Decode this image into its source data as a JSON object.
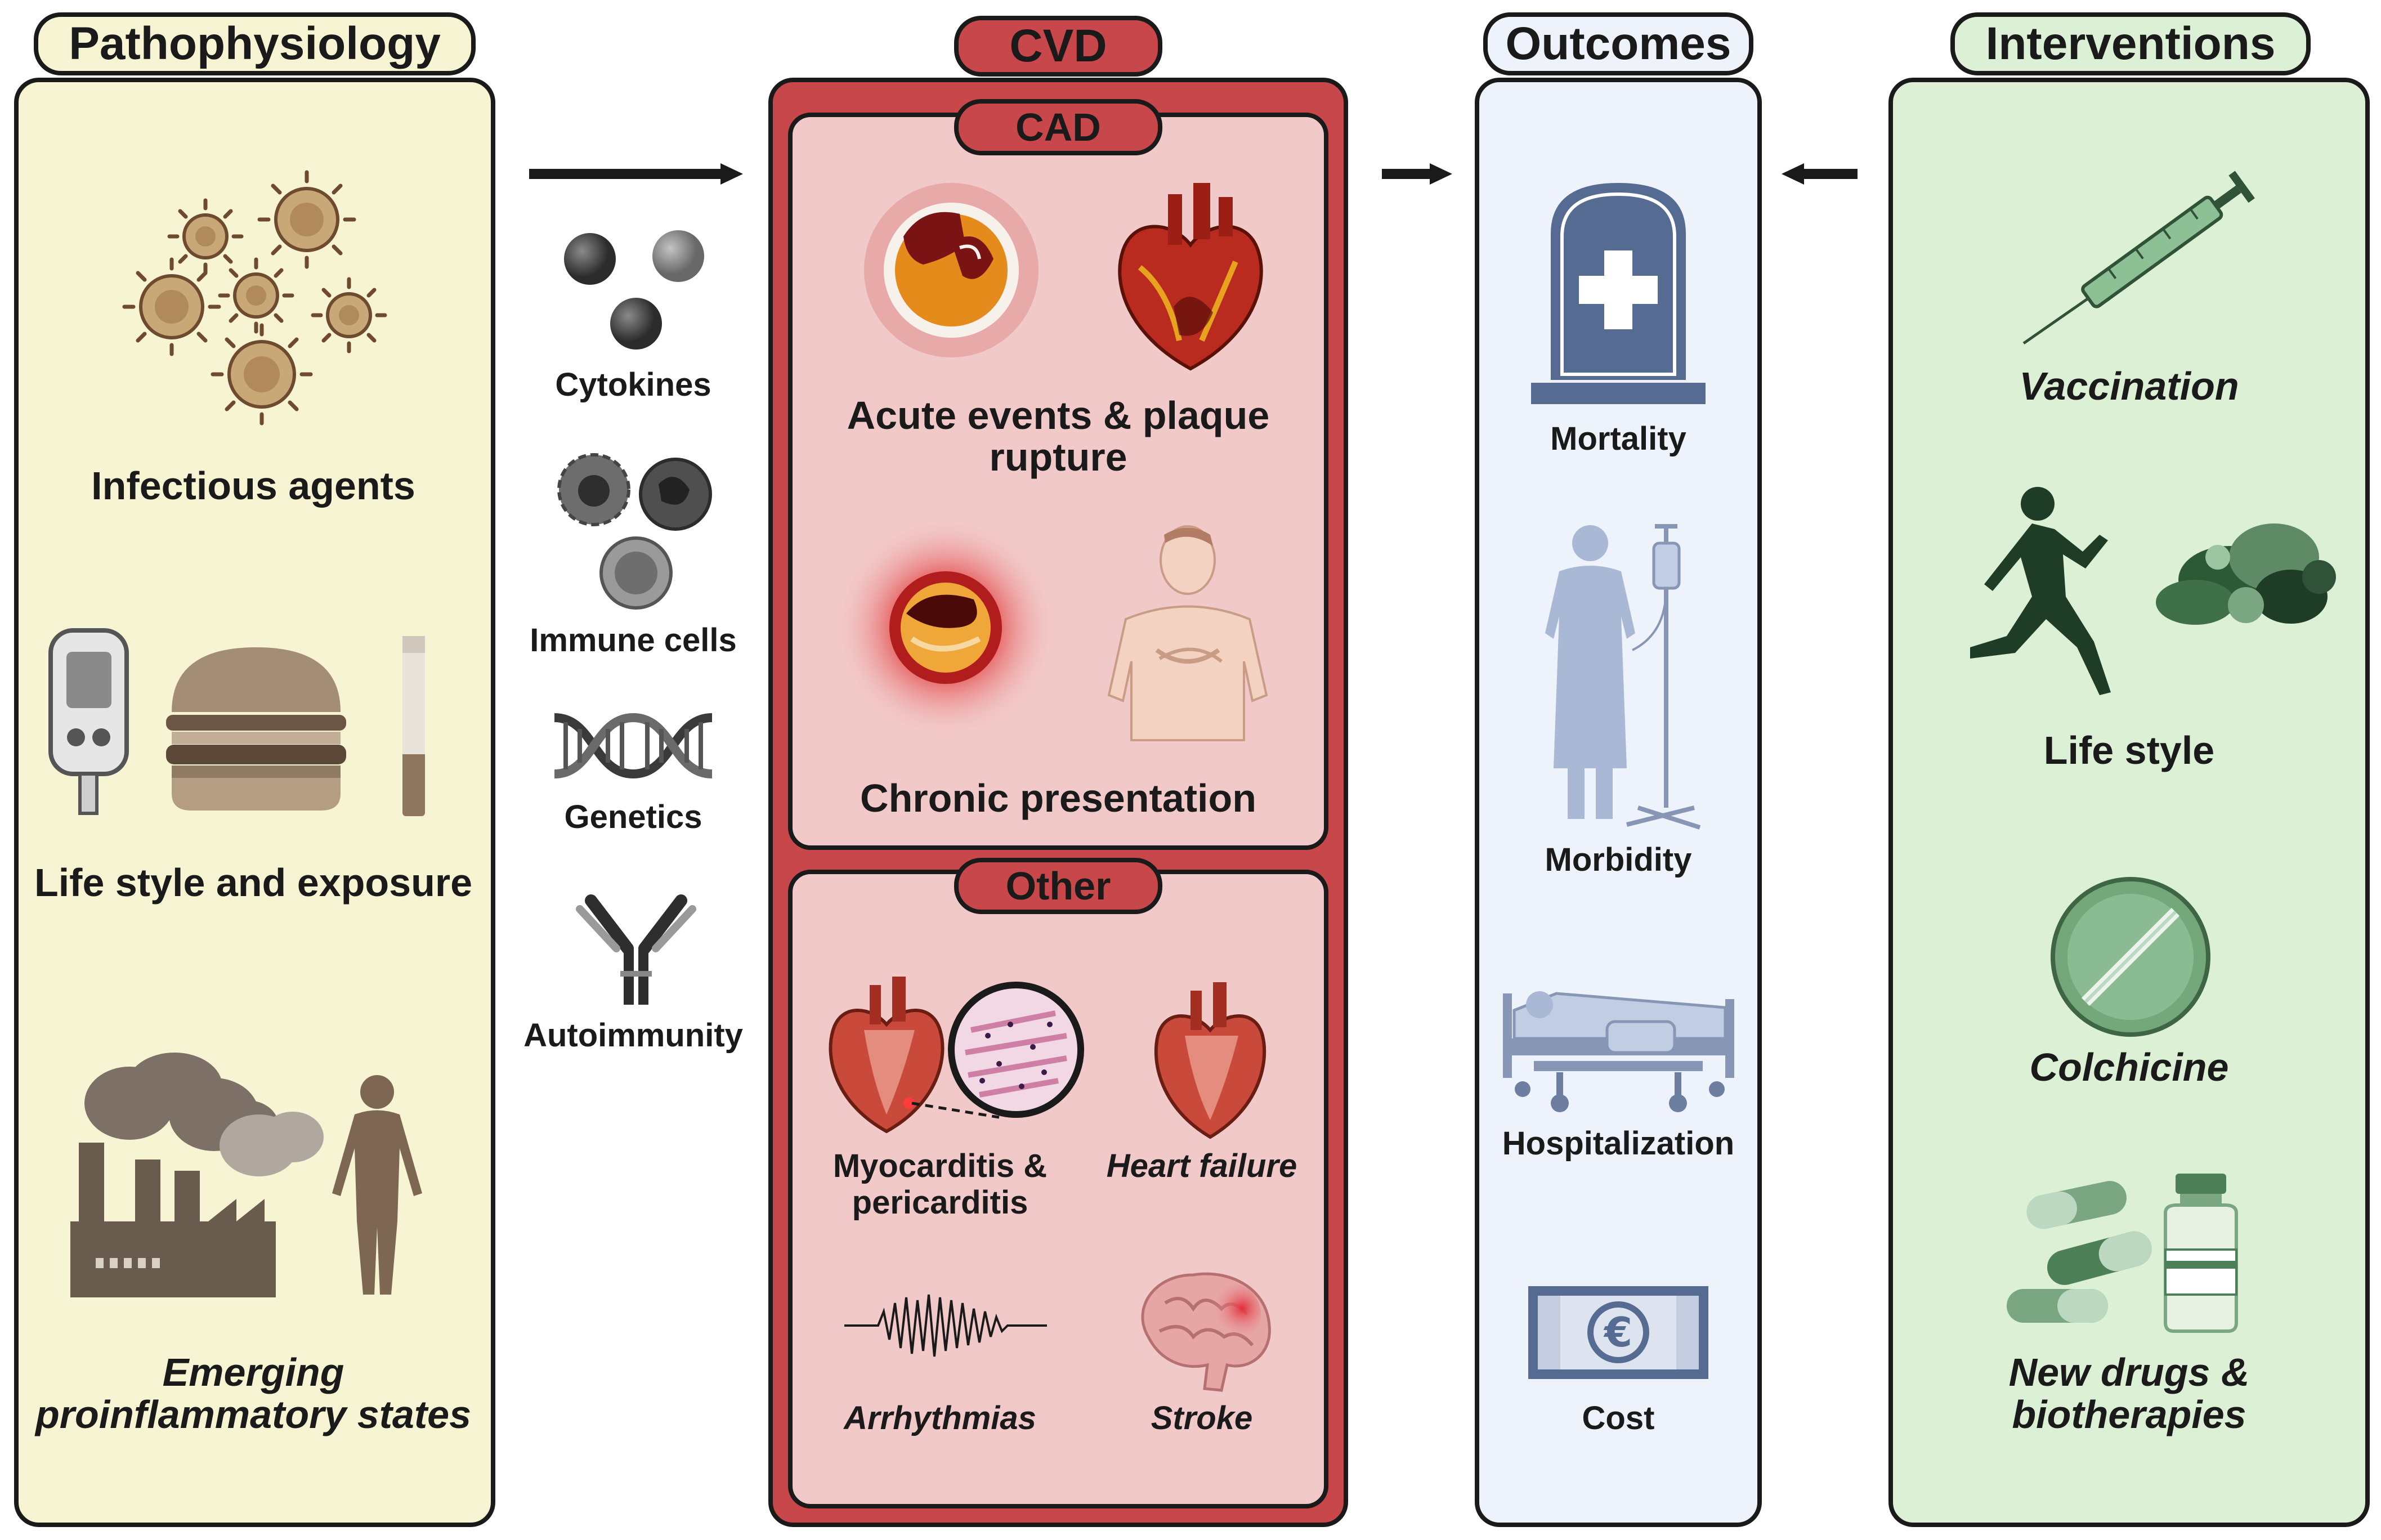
{
  "colors": {
    "patho_bg": "#f6f4d2",
    "cvd_red": "#c8474a",
    "cvd_inner": "#f2c9c9",
    "outcomes_bg": "#eef2fa",
    "interventions_bg": "#dcf0d6",
    "outline": "#1a1a1a"
  },
  "pathophysiology": {
    "title": "Pathophysiology",
    "items": [
      {
        "label": "Infectious agents",
        "icon": "virus-icon"
      },
      {
        "label": "Life style and exposure",
        "icon": "glucometer-burger-cigarette-icon"
      },
      {
        "label": "Emerging proinflammatory states",
        "label_line1": "Emerging",
        "label_line2": "proinflammatory states",
        "icon": "factory-smoke-person-icon"
      }
    ]
  },
  "mediators": {
    "items": [
      {
        "label": "Cytokines",
        "icon": "cytokine-spheres-icon"
      },
      {
        "label": "Immune cells",
        "icon": "immune-cells-icon"
      },
      {
        "label": "Genetics",
        "icon": "dna-helix-icon"
      },
      {
        "label": "Autoimmunity",
        "icon": "antibody-icon"
      }
    ]
  },
  "cvd": {
    "title": "CVD",
    "cad": {
      "title": "CAD",
      "items": [
        {
          "label_line1": "Acute events & plaque",
          "label_line2": "rupture",
          "icons": [
            "plaque-artery-icon",
            "heart-icon"
          ]
        },
        {
          "label": "Chronic presentation",
          "icons": [
            "inflamed-artery-icon",
            "chest-pain-person-icon"
          ]
        }
      ]
    },
    "other": {
      "title": "Other",
      "items": [
        {
          "label_line1": "Myocarditis &",
          "label_line2": "pericarditis",
          "icon": "myocarditis-heart-icon"
        },
        {
          "label": "Heart failure",
          "icon": "heart-failure-icon"
        },
        {
          "label": "Arrhythmias",
          "icon": "ecg-wave-icon"
        },
        {
          "label": "Stroke",
          "icon": "brain-icon"
        }
      ]
    }
  },
  "outcomes": {
    "title": "Outcomes",
    "items": [
      {
        "label": "Mortality",
        "icon": "tombstone-cross-icon"
      },
      {
        "label": "Morbidity",
        "icon": "patient-iv-drip-icon"
      },
      {
        "label": "Hospitalization",
        "icon": "hospital-bed-icon"
      },
      {
        "label": "Cost",
        "icon": "euro-banknote-icon"
      }
    ]
  },
  "interventions": {
    "title": "Interventions",
    "items": [
      {
        "label": "Vaccination",
        "icon": "syringe-icon"
      },
      {
        "label": "Life style",
        "icon": "runner-vegetables-icon"
      },
      {
        "label": "Colchicine",
        "icon": "pill-tablet-icon"
      },
      {
        "label_line1": "New drugs &",
        "label_line2": "biotherapies",
        "icon": "capsules-vial-icon"
      }
    ]
  }
}
